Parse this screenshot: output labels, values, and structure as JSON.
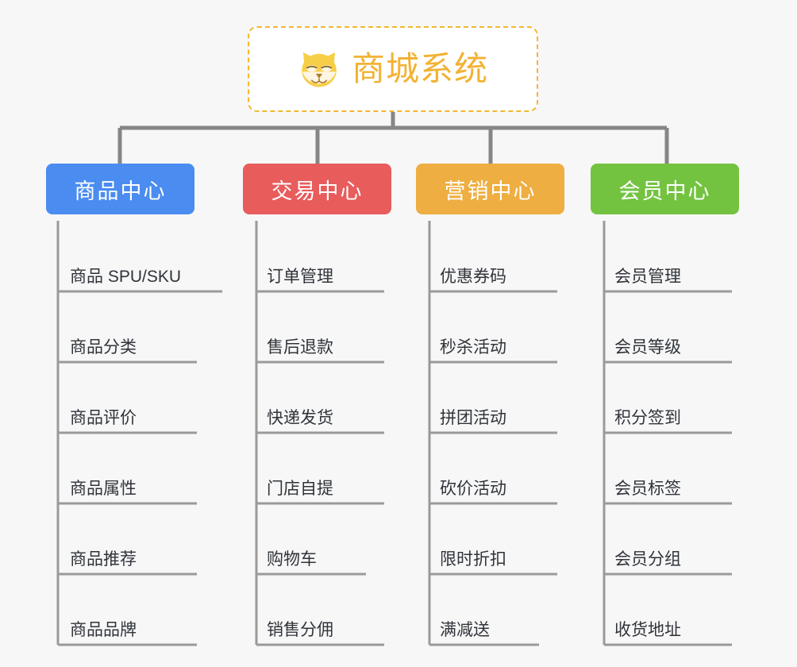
{
  "page": {
    "background_color": "#f7f7f7",
    "line_color": "#868686",
    "leaf_text_color": "#30343a",
    "leaf_rule_color": "#9a9a9a"
  },
  "root": {
    "title": "商城系统",
    "icon": "shiba-dog-face-emoji",
    "border_color": "#f3b72e",
    "text_color": "#f2b233",
    "background_color": "#ffffff"
  },
  "branches": [
    {
      "label": "商品中心",
      "color": "#4a8cf0",
      "items": [
        "商品 SPU/SKU",
        "商品分类",
        "商品评价",
        "商品属性",
        "商品推荐",
        "商品品牌"
      ]
    },
    {
      "label": "交易中心",
      "color": "#e85c5c",
      "items": [
        "订单管理",
        "售后退款",
        "快递发货",
        "门店自提",
        "购物车",
        "销售分佣"
      ]
    },
    {
      "label": "营销中心",
      "color": "#eeae41",
      "items": [
        "优惠券码",
        "秒杀活动",
        "拼团活动",
        "砍价活动",
        "限时折扣",
        "满减送"
      ]
    },
    {
      "label": "会员中心",
      "color": "#73c340",
      "items": [
        "会员管理",
        "会员等级",
        "积分签到",
        "会员标签",
        "会员分组",
        "收货地址"
      ]
    }
  ]
}
